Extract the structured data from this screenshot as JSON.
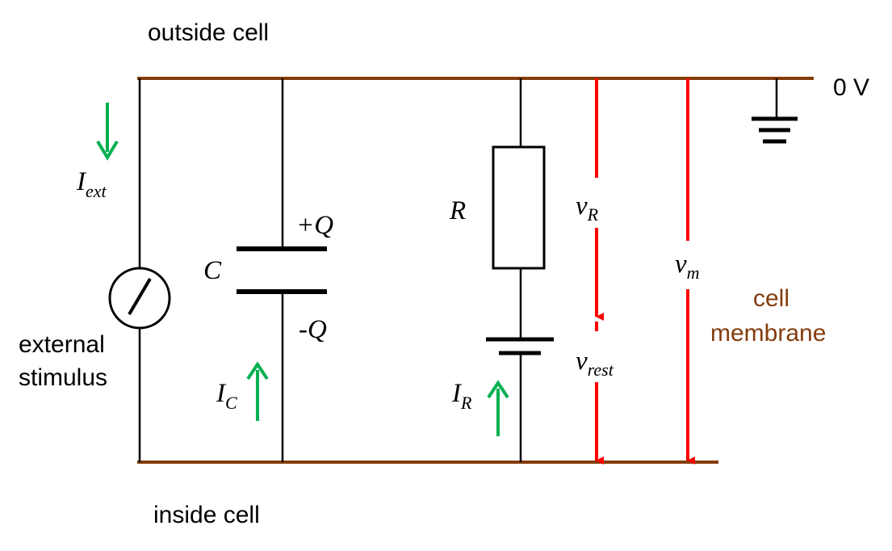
{
  "labels": {
    "outside": "outside cell",
    "inside": "inside cell",
    "ground": "0 V",
    "stimulus_line1": "external",
    "stimulus_line2": "stimulus",
    "membrane_line1": "cell",
    "membrane_line2": "membrane"
  },
  "currents": {
    "ext": {
      "main": "I",
      "sub": "ext"
    },
    "cap": {
      "main": "I",
      "sub": "C"
    },
    "res": {
      "main": "I",
      "sub": "R"
    }
  },
  "components": {
    "capacitor": "C",
    "charge_pos": "+Q",
    "charge_neg": "-Q",
    "resistor": "R"
  },
  "voltages": {
    "vR": {
      "main": "v",
      "sub": "R"
    },
    "vrest": {
      "main": "v",
      "sub": "rest"
    },
    "vm": {
      "main": "v",
      "sub": "m"
    }
  },
  "colors": {
    "membrane_wire": "#843c0c",
    "membrane_text": "#843c0c",
    "voltage_arrow": "#ff0000",
    "current_arrow": "#00b050",
    "wire": "#000000"
  }
}
